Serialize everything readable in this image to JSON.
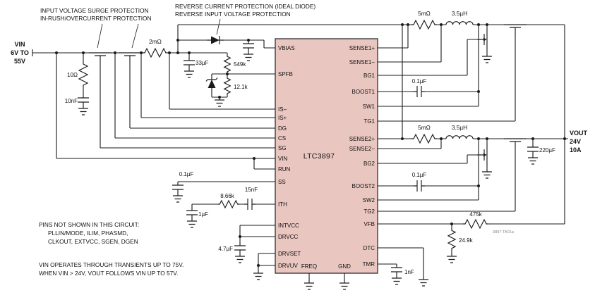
{
  "meta": {
    "figure_id": "3897 TA01a"
  },
  "ic": {
    "name": "LTC3897",
    "left_pins": [
      "VBIAS",
      "SPFB",
      "IS−",
      "IS+",
      "DG",
      "CS",
      "SG",
      "VIN",
      "RUN",
      "SS",
      "ITH",
      "INTVCC",
      "DRVCC",
      "DRVSET",
      "DRVUV"
    ],
    "right_pins": [
      "SENSE1+",
      "SENSE1−",
      "BG1",
      "BOOST1",
      "SW1",
      "TG1",
      "SENSE2+",
      "SENSE2−",
      "BG2",
      "BOOST2",
      "SW2",
      "TG2",
      "VFB",
      "DTC",
      "TMR"
    ],
    "bottom_pins": [
      "FREQ",
      "GND"
    ]
  },
  "io": {
    "vin_label": "VIN",
    "vin_range1": "6V TO",
    "vin_range2": "55V",
    "vout_label": "VOUT",
    "vout_v": "24V",
    "vout_a": "10A"
  },
  "annotations": {
    "surge1": "INPUT VOLTAGE SURGE PROTECTION",
    "surge2": "IN-RUSH/OVERCURRENT PROTECTION",
    "reverse1": "REVERSE CURRENT PROTECTION (IDEAL DIODE)",
    "reverse2": "REVERSE INPUT VOLTAGE PROTECTION",
    "pins_note1": "PINS NOT SHOWN IN THIS CIRCUIT:",
    "pins_note2": "PLLIN/MODE, ILIM, PHASMD,",
    "pins_note3": "CLKOUT, EXTVCC, SGEN, DGEN",
    "vin_note1": "VIN OPERATES THROUGH TRANSIENTS UP TO 75V.",
    "vin_note2": "WHEN VIN > 24V, VOUT FOLLOWS VIN UP TO 57V."
  },
  "components": {
    "r_sense_in": "2mΩ",
    "r_10": "10Ω",
    "c_10n": "10nF",
    "c_33u": "33µF",
    "r_549k": "549k",
    "r_12k1": "12.1k",
    "c_ss": "0.1µF",
    "c_15n": "15nF",
    "r_8k66": "8.66k",
    "c_1u": "1µF",
    "c_4u7": "4.7µF",
    "r_sense1": "5mΩ",
    "l1": "3.5µH",
    "c_boost1": "0.1µF",
    "r_sense2": "5mΩ",
    "l2": "3.5µH",
    "c_boost2": "0.1µF",
    "c_out": "220µF",
    "r_475k": "475k",
    "r_24k9": "24.9k",
    "c_1n": "1nF"
  }
}
